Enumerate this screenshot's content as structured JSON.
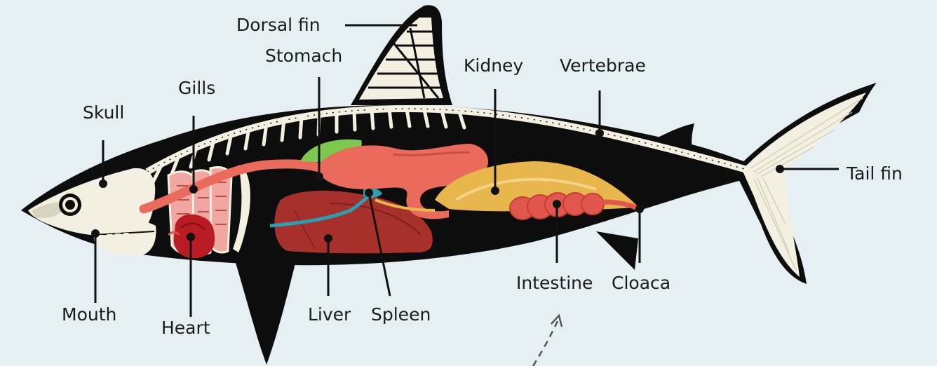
{
  "diagram": {
    "labels": {
      "dorsal_fin": "Dorsal fin",
      "stomach": "Stomach",
      "kidney": "Kidney",
      "vertebrae": "Vertebrae",
      "gills": "Gills",
      "skull": "Skull",
      "tail_fin": "Tail fin",
      "mouth": "Mouth",
      "heart": "Heart",
      "liver": "Liver",
      "spleen": "Spleen",
      "intestine": "Intestine",
      "cloaca": "Cloaca"
    },
    "colors": {
      "background": "#e5eff4",
      "body": "#0d0d0d",
      "bone": "#f3f0e2",
      "bone_shade": "#d9d4bf",
      "stomach": "#ea6a5c",
      "gallbladder": "#7dc84e",
      "liver": "#a8302c",
      "spleen_vessel": "#2b9fb1",
      "kidney": "#e7b64c",
      "intestine": "#e2574d",
      "heart": "#b81b22",
      "gill_tissue": "#f0a6a1",
      "leader_line": "#111111"
    }
  }
}
